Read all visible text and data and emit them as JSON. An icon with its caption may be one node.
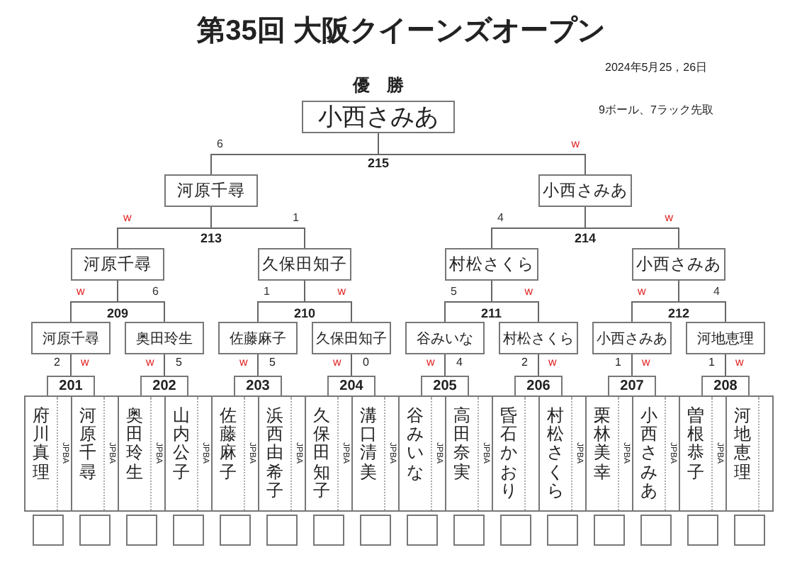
{
  "diagram": {
    "title": "第35回 大阪クイーンズオープン",
    "nodes": [
      {
        "text": [
          "優　勝",
          "小西さみあ"
        ]
      },
      {
        "text": [
          "河原千尋"
        ]
      },
      {
        "text": [
          "小西さみあ"
        ]
      },
      {
        "text": [
          "河原千尋"
        ]
      },
      {
        "text": [
          "久保田知子"
        ]
      },
      {
        "text": [
          "村松さくら"
        ]
      },
      {
        "text": [
          "小西さみあ"
        ]
      },
      {
        "text": [
          "河原千尋"
        ]
      },
      {
        "text": [
          "奥田玲生"
        ]
      },
      {
        "text": [
          "佐藤麻子"
        ]
      },
      {
        "text": [
          "久保田知子"
        ]
      },
      {
        "text": [
          "谷みいな"
        ]
      },
      {
        "text": [
          "村松さくら"
        ]
      },
      {
        "text": [
          "小西さみあ"
        ]
      },
      {
        "text": [
          "河地恵理"
        ]
      },
      {
        "text": [
          "201"
        ]
      },
      {
        "text": [
          "202"
        ]
      },
      {
        "text": [
          "203"
        ]
      },
      {
        "text": [
          "204"
        ]
      },
      {
        "text": [
          "205"
        ]
      },
      {
        "text": [
          "206"
        ]
      },
      {
        "text": [
          "207"
        ]
      },
      {
        "text": [
          "208"
        ]
      },
      {
        "text": [
          "府川真理",
          "JPBA"
        ]
      },
      {
        "text": [
          "河原千尋",
          "JPBA"
        ]
      },
      {
        "text": [
          "奥田玲生",
          "JPBA"
        ]
      },
      {
        "text": [
          "山内公子",
          "JPBA"
        ]
      },
      {
        "text": [
          "佐藤麻子",
          "JPBA"
        ]
      },
      {
        "text": [
          "浜西由希子",
          "JPBA"
        ]
      },
      {
        "text": [
          "久保田知子",
          "JPBA"
        ]
      },
      {
        "text": [
          "溝口清美",
          "JPBA"
        ]
      },
      {
        "text": [
          "谷みいな",
          "JPBA"
        ]
      },
      {
        "text": [
          "高田奈実",
          "JPBA"
        ]
      },
      {
        "text": [
          "昏石かおり"
        ]
      },
      {
        "text": [
          "村松さくら",
          "JPBA"
        ]
      },
      {
        "text": [
          "栗林美幸",
          "JPBA"
        ]
      },
      {
        "text": [
          "小西さみあ",
          "JPBA"
        ]
      },
      {
        "text": [
          "曽根恭子",
          "JPBA"
        ]
      },
      {
        "text": [
          "河地恵理"
        ]
      },
      {
        "text": [],
        "shape": "box"
      },
      {
        "text": [],
        "shape": "box"
      },
      {
        "text": [],
        "shape": "box"
      },
      {
        "text": [],
        "shape": "box"
      },
      {
        "text": [],
        "shape": "box"
      },
      {
        "text": [],
        "shape": "box"
      },
      {
        "text": [],
        "shape": "box"
      },
      {
        "text": [],
        "shape": "box"
      },
      {
        "text": [],
        "shape": "box"
      },
      {
        "text": [],
        "shape": "box"
      },
      {
        "text": [],
        "shape": "box"
      },
      {
        "text": [],
        "shape": "box"
      },
      {
        "text": [],
        "shape": "box"
      },
      {
        "text": [],
        "shape": "box"
      },
      {
        "text": [],
        "shape": "box"
      },
      {
        "text": [],
        "shape": "box"
      }
    ],
    "edges": [
      {
        "from": 1,
        "to": 0,
        "arrow": "none",
        "label": "6"
      },
      {
        "from": 2,
        "to": 0,
        "arrow": "none",
        "label": "w"
      },
      {
        "from": 3,
        "to": 1,
        "arrow": "none",
        "label": "w"
      },
      {
        "from": 4,
        "to": 1,
        "arrow": "none",
        "label": "1"
      },
      {
        "from": 5,
        "to": 2,
        "arrow": "none",
        "label": "4"
      },
      {
        "from": 6,
        "to": 2,
        "arrow": "none",
        "label": "w"
      },
      {
        "from": 7,
        "to": 3,
        "arrow": "none",
        "label": "w"
      },
      {
        "from": 8,
        "to": 3,
        "arrow": "none",
        "label": "6"
      },
      {
        "from": 9,
        "to": 4,
        "arrow": "none",
        "label": "1"
      },
      {
        "from": 10,
        "to": 4,
        "arrow": "none",
        "label": "w"
      },
      {
        "from": 11,
        "to": 5,
        "arrow": "none",
        "label": "5"
      },
      {
        "from": 12,
        "to": 5,
        "arrow": "none",
        "label": "w"
      },
      {
        "from": 13,
        "to": 6,
        "arrow": "none",
        "label": "w"
      },
      {
        "from": 14,
        "to": 6,
        "arrow": "none",
        "label": "4"
      },
      {
        "from": 15,
        "to": 7,
        "arrow": "none"
      },
      {
        "from": 16,
        "to": 8,
        "arrow": "none"
      },
      {
        "from": 17,
        "to": 9,
        "arrow": "none"
      },
      {
        "from": 18,
        "to": 10,
        "arrow": "none"
      },
      {
        "from": 19,
        "to": 11,
        "arrow": "none"
      },
      {
        "from": 20,
        "to": 12,
        "arrow": "none"
      },
      {
        "from": 21,
        "to": 13,
        "arrow": "none"
      },
      {
        "from": 22,
        "to": 14,
        "arrow": "none"
      }
    ],
    "labels": [
      "2024年5月25，26日",
      "9ボール、7ラック先取",
      "215",
      "213",
      "214",
      "209",
      "210",
      "211",
      "212",
      "2",
      "w",
      "w",
      "5",
      "w",
      "5",
      "w",
      "0",
      "w",
      "4",
      "2",
      "w",
      "1",
      "w",
      "1",
      "w"
    ]
  }
}
